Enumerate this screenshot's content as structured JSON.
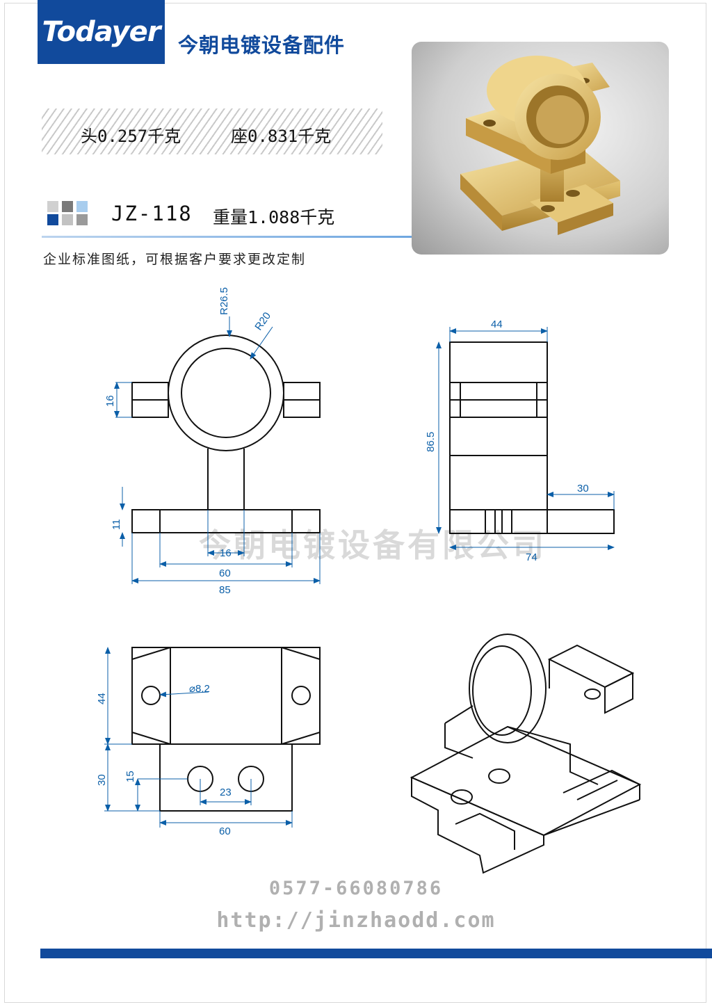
{
  "header": {
    "logo_text": "Todayer",
    "company_name": "今朝电镀设备配件"
  },
  "weights": {
    "head": "头0.257千克",
    "seat": "座0.831千克"
  },
  "product": {
    "model": "JZ-118",
    "total_weight": "重量1.088千克"
  },
  "note": "企业标准图纸，可根据客户要求更改定制",
  "watermark": "今朝电镀设备有限公司",
  "dimensions": {
    "r_outer": "R26.5",
    "r_inner": "R20",
    "front_h16": "16",
    "front_h11": "11",
    "front_w16": "16",
    "front_w60": "60",
    "front_w85": "85",
    "side_w44": "44",
    "side_h86_5": "86.5",
    "side_w30": "30",
    "side_w74": "74",
    "top_h44": "44",
    "top_hole": "⌀8.2",
    "top_h30": "30",
    "top_h15": "15",
    "top_w23": "23",
    "top_w60": "60"
  },
  "footer": {
    "phone": "0577-66080786",
    "url": "http://jinzhaodd.com"
  },
  "colors": {
    "brand_blue": "#114a9c",
    "dim_blue": "#0b5fa8",
    "brass": "#e9cf86"
  }
}
